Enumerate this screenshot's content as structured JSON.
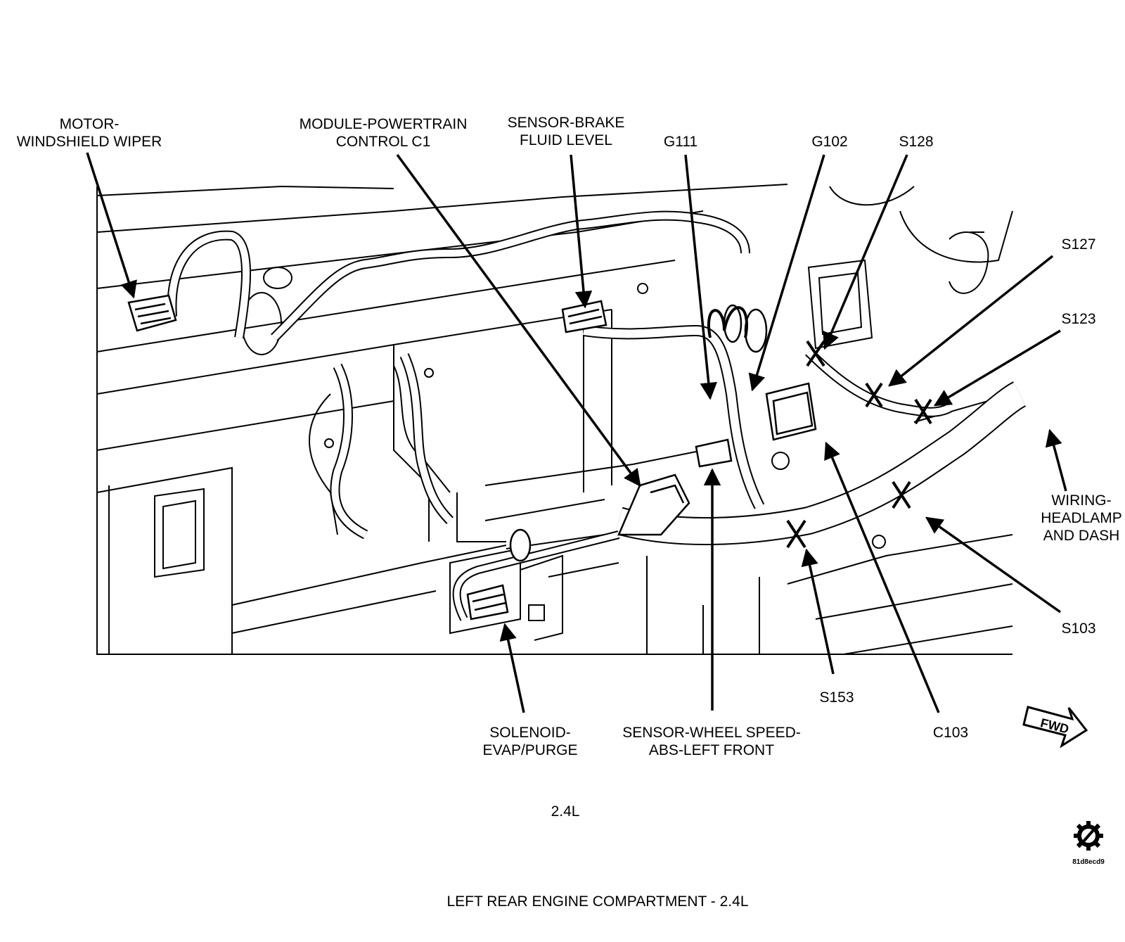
{
  "labels": {
    "motor_wiper": [
      "MOTOR-",
      "WINDSHIELD WIPER"
    ],
    "pcm": [
      "MODULE-POWERTRAIN",
      "CONTROL C1"
    ],
    "brake_fluid": [
      "SENSOR-BRAKE",
      "FLUID LEVEL"
    ],
    "g111": "G111",
    "g102": "G102",
    "s128": "S128",
    "s127": "S127",
    "s123": "S123",
    "wiring": [
      "WIRING-",
      "HEADLAMP",
      "AND DASH"
    ],
    "s103": "S103",
    "s153": "S153",
    "c103": "C103",
    "solenoid": [
      "SOLENOID-",
      "EVAP/PURGE"
    ],
    "wheel_speed": [
      "SENSOR-WHEEL SPEED-",
      "ABS-LEFT FRONT"
    ]
  },
  "engine": "2.4L",
  "caption": "LEFT REAR ENGINE COMPARTMENT - 2.4L",
  "fwd": "FWD",
  "ref_code": "81d8ecd9",
  "ref_icon": "gear-slash-icon"
}
